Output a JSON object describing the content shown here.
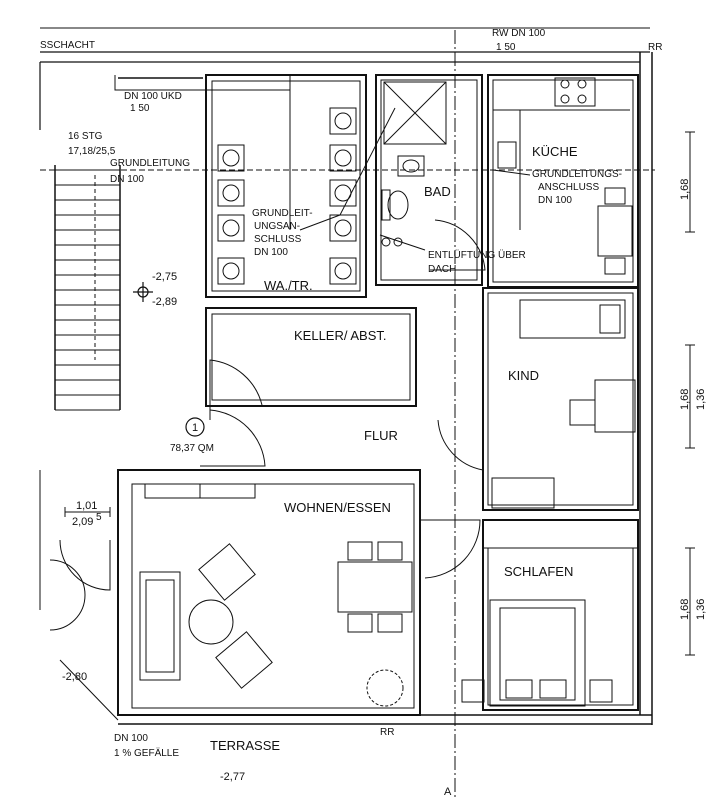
{
  "rooms": {
    "kueche": "KÜCHE",
    "bad": "BAD",
    "wa_tr": "WA./TR.",
    "keller": "KELLER/ ABST.",
    "kind": "KIND",
    "flur": "FLUR",
    "wohnen": "WOHNEN/ESSEN",
    "schlafen": "SCHLAFEN",
    "terrasse": "TERRASSE"
  },
  "labels": {
    "schacht": "SSCHACHT",
    "rw_dn": "RW DN 100",
    "rw_slope": "1 50",
    "rr_top": "RR",
    "rr_bottom": "RR",
    "dn100ukd": "DN 100 UKD",
    "dn100ukd_slope": "1 50",
    "stg": "16 STG",
    "stg_dims": "17,18/25,5",
    "grundleitung": "GRUNDLEITUNG",
    "grundleitung_dn": "DN 100",
    "anschluss_line1": "GRUNDLEIT-",
    "anschluss_line2": "UNGSAN-",
    "anschluss_line3": "SCHLUSS",
    "anschluss_line4": "DN 100",
    "kueche_anschluss_line1": "GRUNDLEITUNGS-",
    "kueche_anschluss_line2": "ANSCHLUSS",
    "kueche_anschluss_line3": "DN 100",
    "entlueftung_line1": "ENTLÜFTUNG ÜBER",
    "entlueftung_line2": "DACH",
    "level_a": "-2,75",
    "level_b": "-2,89",
    "area_number": "1",
    "area_value": "78,37 QM",
    "dim_101": "1,01",
    "dim_209": "2,09",
    "dim_209_sup": "5",
    "level_280": "-2,80",
    "dn100_bottom": "DN 100",
    "gefaelle": "1 % GEFÄLLE",
    "level_277": "-2,77",
    "dim_168_a": "1,68",
    "dim_168_b": "1,68",
    "dim_136_b": "1,36",
    "dim_168_c": "1,68",
    "dim_136_c": "1,36",
    "section_mark": "A"
  }
}
